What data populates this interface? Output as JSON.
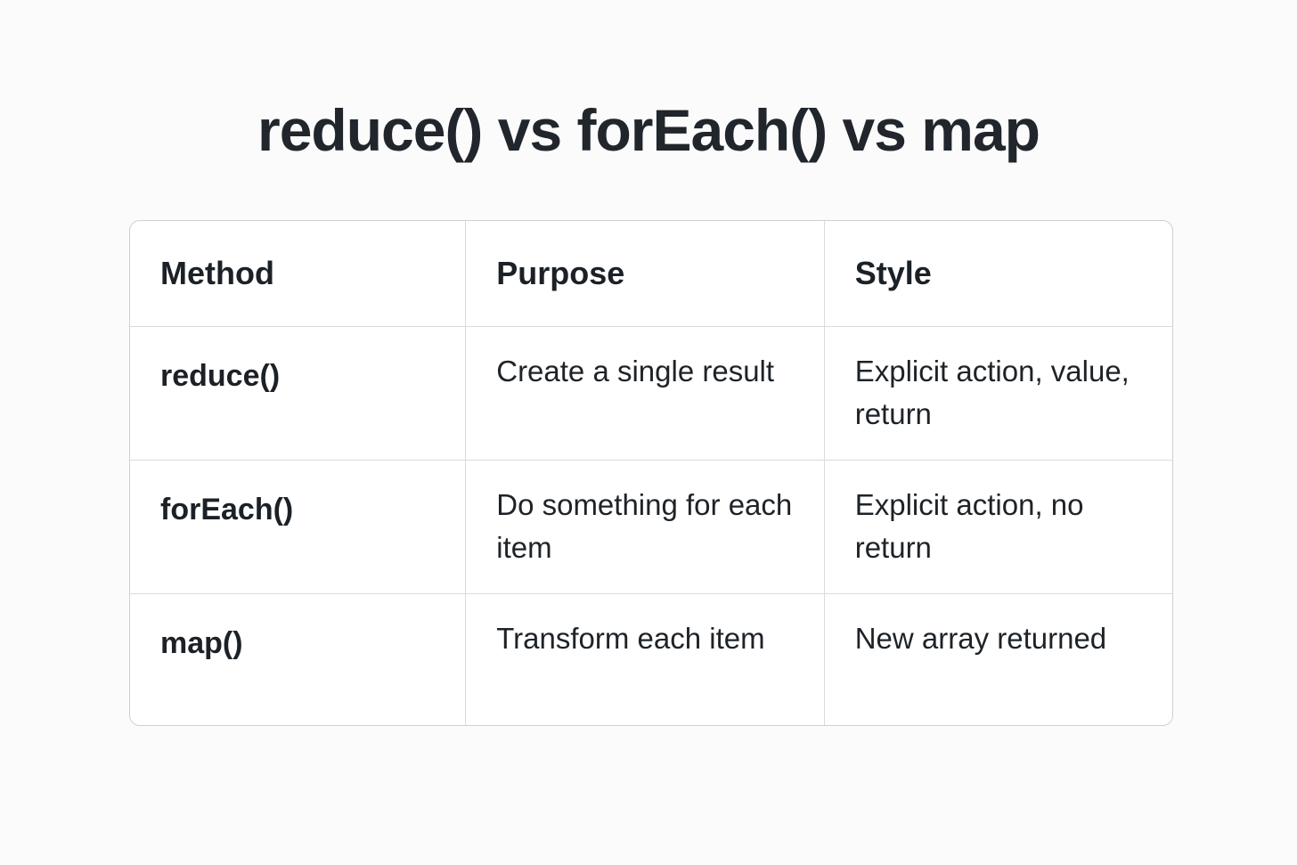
{
  "page": {
    "title": "reduce() vs forEach() vs map"
  },
  "table": {
    "headers": [
      "Method",
      "Purpose",
      "Style"
    ],
    "rows": [
      {
        "method": "reduce()",
        "purpose": "Create a single result",
        "style": "Explicit action, value, return"
      },
      {
        "method": "forEach()",
        "purpose": "Do something for each item",
        "style": "Explicit action, no return"
      },
      {
        "method": "map()",
        "purpose": "Transform each item",
        "style": "New array returned"
      }
    ]
  },
  "chart_data": {
    "type": "table",
    "title": "reduce() vs forEach() vs map",
    "columns": [
      "Method",
      "Purpose",
      "Style"
    ],
    "rows": [
      [
        "reduce()",
        "Create a single result",
        "Explicit action, value, return"
      ],
      [
        "forEach()",
        "Do something for each item",
        "Explicit action, no return"
      ],
      [
        "map()",
        "Transform each item",
        "New array returned"
      ]
    ],
    "layout_hints": {
      "header_row": true,
      "grid": true,
      "rounded_border": true,
      "text_color": "#1e2328",
      "border_color": "#d9dbde",
      "background": "#fbfbfb"
    }
  }
}
